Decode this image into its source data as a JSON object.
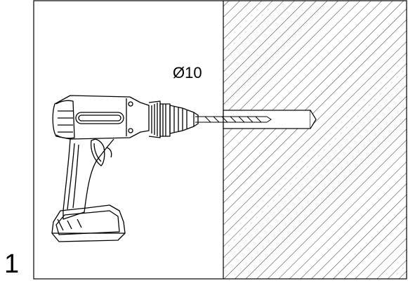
{
  "figure": {
    "step_number": "1",
    "diameter_label": "Ø10"
  },
  "icons": {
    "drill": "cordless-drill-icon",
    "wall": "hatched-wall-section"
  },
  "colors": {
    "line": "#000000",
    "background": "#ffffff"
  }
}
